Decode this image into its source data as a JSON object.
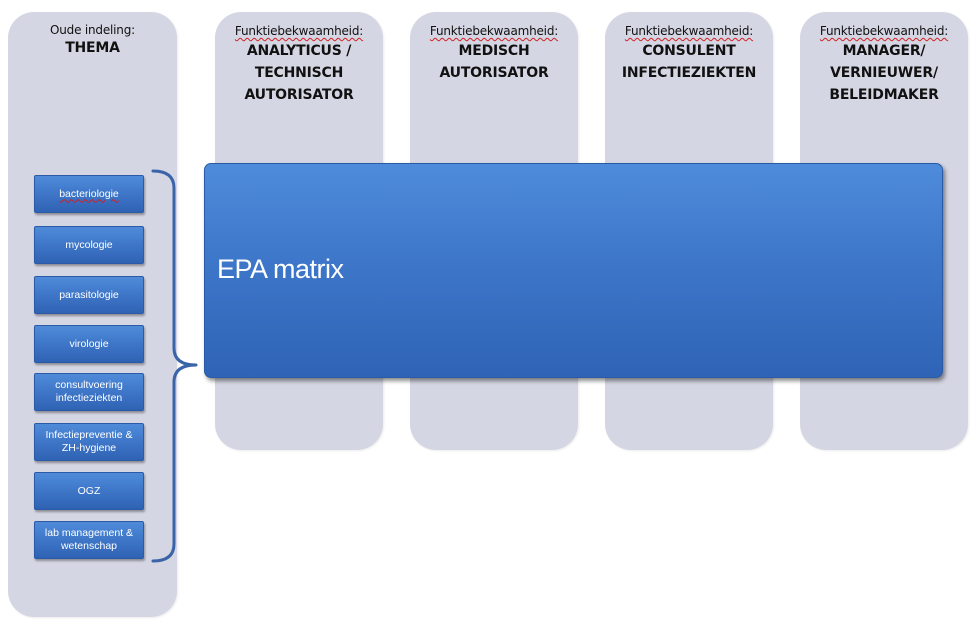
{
  "theme_column": {
    "header_small": "Oude indeling:",
    "header_big": "THEMA",
    "items": [
      "bacteriologie",
      "mycologie",
      "parasitologie",
      "virologie",
      "consultvoering\ninfectieziekten",
      "Infectiepreventie  &\nZH-hygiene",
      "OGZ",
      "lab management  &\nwetenschap"
    ]
  },
  "competence_columns": [
    {
      "header_small": "Funktiebekwaamheid:",
      "header_big": "ANALYTICUS /\nTECHNISCH\nAUTORISATOR"
    },
    {
      "header_small": "Funktiebekwaamheid:",
      "header_big": "MEDISCH\nAUTORISATOR"
    },
    {
      "header_small": "Funktiebekwaamheid:",
      "header_big": "CONSULENT\nINFECTIEZIEKTEN"
    },
    {
      "header_small": "Funktiebekwaamheid:",
      "header_big": "MANAGER/\nVERNIEUWER/\nBELEIDMAKER"
    }
  ],
  "matrix": {
    "label": "EPA matrix"
  },
  "colors": {
    "column_bg": "#d5d6e3",
    "box_blue": "#3d74c6",
    "brace": "#3a63a8"
  }
}
